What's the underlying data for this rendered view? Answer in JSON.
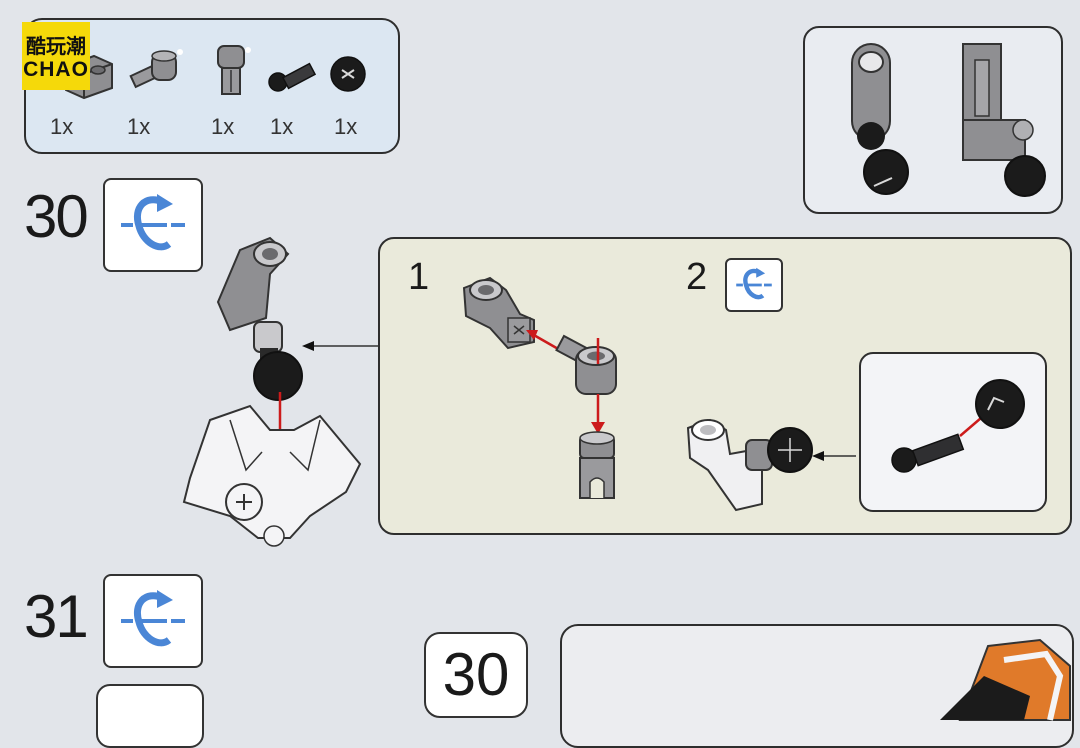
{
  "logo": {
    "line1": "酷玩潮",
    "line2": "CHAO"
  },
  "parts_list": {
    "items": [
      {
        "icon": "connector-block-icon",
        "count": "1x"
      },
      {
        "icon": "axle-pin-icon",
        "count": "1x"
      },
      {
        "icon": "pin-connector-icon",
        "count": "1x"
      },
      {
        "icon": "ball-pin-icon",
        "count": "1x"
      },
      {
        "icon": "ball-socket-icon",
        "count": "1x"
      }
    ]
  },
  "steps": [
    {
      "number": "30",
      "icon": "rotate-icon"
    },
    {
      "number": "31",
      "icon": "rotate-icon"
    }
  ],
  "substeps": [
    {
      "number": "1"
    },
    {
      "number": "2",
      "icon": "rotate-icon"
    }
  ],
  "badge": {
    "number": "30"
  },
  "colors": {
    "parts_panel": "#dce7f2",
    "substep_panel": "#eaeadb",
    "rotate_icon": "#4a86d6",
    "arrow": "#cc1b1b",
    "brick_grey": "#8f8f92",
    "brick_black": "#1b1b1b",
    "logo": "#f5d90a"
  }
}
